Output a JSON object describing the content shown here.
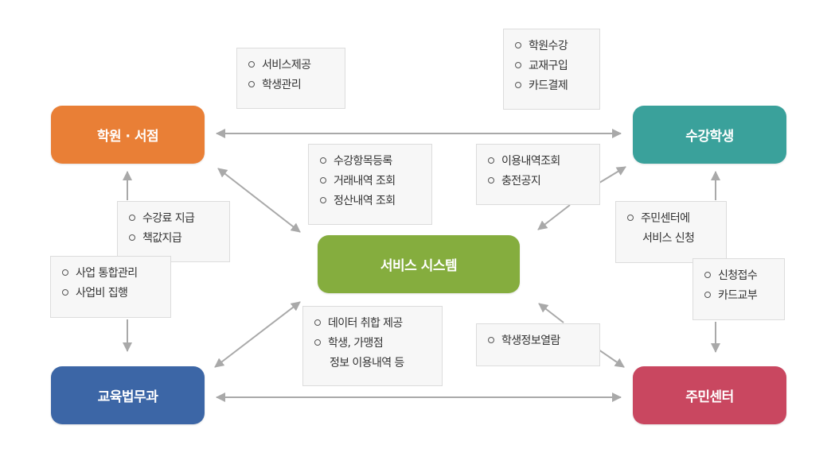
{
  "colors": {
    "academy": "#e97f36",
    "student": "#3aa19b",
    "system": "#85ad3e",
    "education": "#3c66a6",
    "center": "#c94760",
    "arrow": "#a9a9a9"
  },
  "nodes": {
    "academy": "학원 · 서점",
    "student": "수강학생",
    "system": "서비스 시스템",
    "education": "교육법무과",
    "center": "주민센터"
  },
  "notes": {
    "academy_to_student": [
      "서비스제공",
      "학생관리"
    ],
    "student_to_academy": [
      "학원수강",
      "교재구입",
      "카드결제"
    ],
    "academy_system": [
      "수강항목등록",
      "거래내역 조회",
      "정산내역 조회"
    ],
    "student_system": [
      "이용내역조회",
      "충전공지"
    ],
    "edu_to_academy": [
      "수강료 지급",
      "책값지급"
    ],
    "edu_business": [
      "사업 통합관리",
      "사업비 집행"
    ],
    "center_to_student": {
      "first": "주민센터에",
      "cont": "서비스 신청"
    },
    "student_to_center": [
      "신청접수",
      "카드교부"
    ],
    "system_edu": {
      "first": "데이터 취합 제공",
      "second": "학생, 가맹점",
      "cont": "정보 이용내역 등"
    },
    "center_system": [
      "학생정보열람"
    ]
  }
}
